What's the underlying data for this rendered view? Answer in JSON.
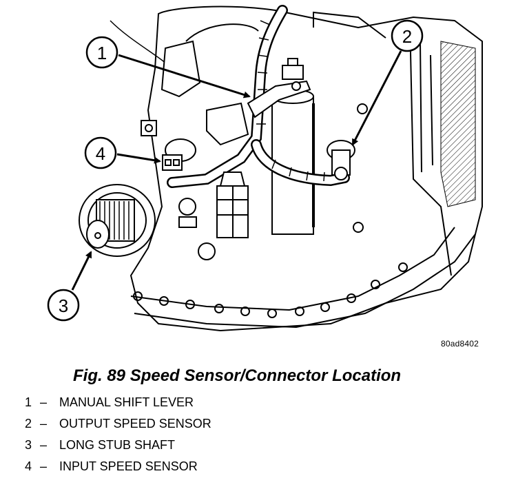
{
  "figure": {
    "drawing_code": "80ad8402",
    "caption": "Fig. 89 Speed Sensor/Connector Location",
    "callouts": [
      "1",
      "2",
      "3",
      "4"
    ],
    "legend": [
      {
        "number": "1",
        "dash": "–",
        "label": "MANUAL SHIFT LEVER"
      },
      {
        "number": "2",
        "dash": "–",
        "label": "OUTPUT SPEED SENSOR"
      },
      {
        "number": "3",
        "dash": "–",
        "label": "LONG STUB SHAFT"
      },
      {
        "number": "4",
        "dash": "–",
        "label": "INPUT SPEED SENSOR"
      }
    ]
  }
}
